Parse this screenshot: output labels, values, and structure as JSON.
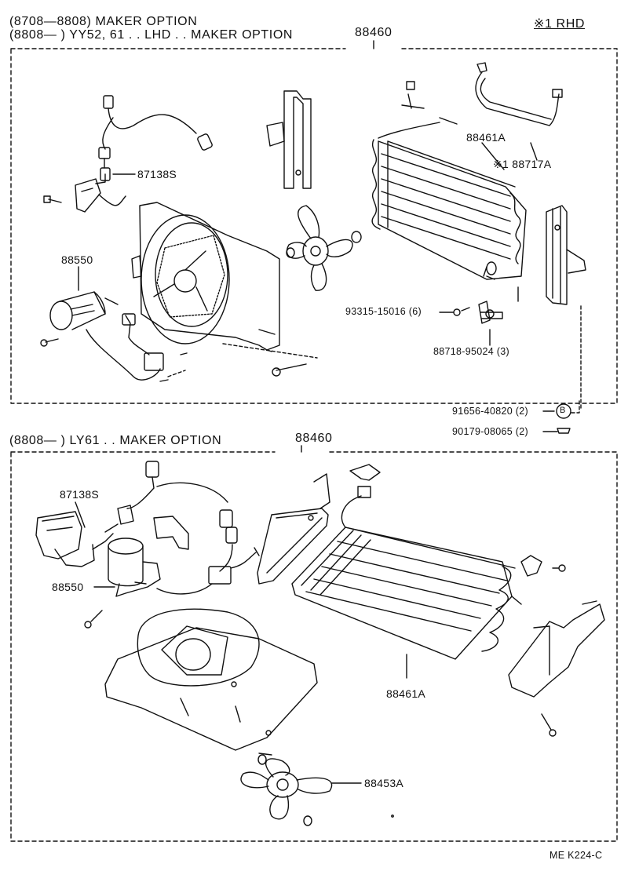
{
  "header": {
    "line1": "(8708—8808) MAKER OPTION",
    "line2": "(8808—      ) YY52, 61 . . LHD . . MAKER OPTION",
    "ref_top": "88460",
    "rhd_note": "※1 RHD"
  },
  "upper_section": {
    "labels": {
      "harness_switch": "87138S",
      "condenser": "88461A",
      "tube": "※1 88717A",
      "motor": "88550",
      "screw": "93315-15016 (6)",
      "bracket": "88718-95024 (3)",
      "bolt_b": "91656-40820 (2)",
      "nut": "90179-08065 (2)",
      "b_symbol": "B"
    }
  },
  "lower_section": {
    "header": "(8808—      ) LY61 . . MAKER OPTION",
    "ref": "88460",
    "labels": {
      "harness_switch": "87138S",
      "motor": "88550",
      "condenser": "88461A",
      "fan": "88453A"
    }
  },
  "footer": {
    "code": "ME  K224-C"
  }
}
